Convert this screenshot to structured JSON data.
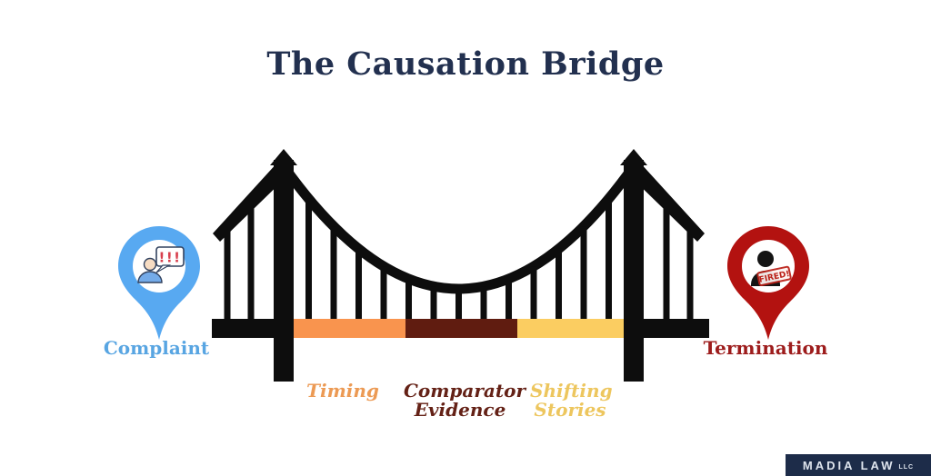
{
  "title": "The Causation Bridge",
  "colors": {
    "bridge_black": "#0d0d0d",
    "deck_orange": "#f9944e",
    "deck_maroon": "#601c10",
    "deck_yellow": "#fbcd61",
    "pin_blue": "#58a9f1",
    "pin_red": "#b31210",
    "title_navy": "#22304f",
    "label_complaint": "#58a5e2",
    "label_termination": "#9d1c1c",
    "label_timing": "#ec9a54",
    "label_comparator": "#642116",
    "label_shifting": "#edc65e",
    "logo_bg": "#1d2c49"
  },
  "start_pin": {
    "label": "Complaint",
    "icon": "complaining-person-pin",
    "bubble_text": "!!!"
  },
  "end_pin": {
    "label": "Termination",
    "icon": "fired-person-pin",
    "stamp_text": "FIRED!"
  },
  "pillars": [
    {
      "label": "Timing",
      "color": "#f9944e"
    },
    {
      "label": "Comparator Evidence",
      "color": "#601c10"
    },
    {
      "label": "Shifting Stories",
      "color": "#fbcd61"
    }
  ],
  "logo": {
    "name": "MADIA LAW",
    "suffix": "LLC"
  }
}
